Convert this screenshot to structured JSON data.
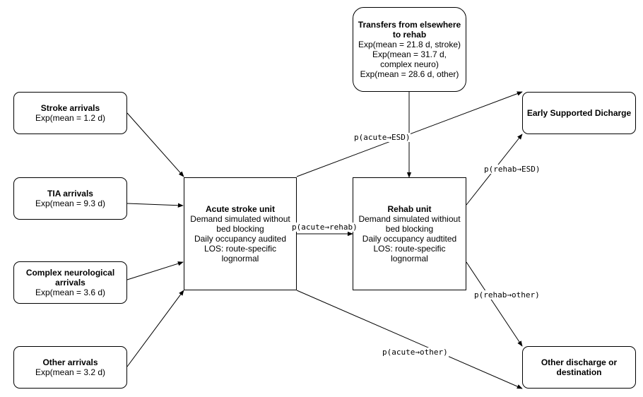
{
  "nodes": {
    "stroke": {
      "title": "Stroke arrivals",
      "lines": [
        "Exp(mean = 1.2 d)"
      ]
    },
    "tia": {
      "title": "TIA arrivals",
      "lines": [
        "Exp(mean = 9.3 d)"
      ]
    },
    "complex": {
      "title": "Complex neurological arrivals",
      "lines": [
        "Exp(mean = 3.6 d)"
      ]
    },
    "other": {
      "title": "Other arrivals",
      "lines": [
        "Exp(mean = 3.2 d)"
      ]
    },
    "acute": {
      "title": "Acute stroke unit",
      "lines": [
        "Demand simulated without bed blocking",
        "Daily occupancy audited",
        "LOS: route-specific lognormal"
      ]
    },
    "rehab": {
      "title": "Rehab unit",
      "lines": [
        "Demand simulated withiout bed blocking",
        "Daily occupancy audtited",
        "LOS: route-specific lognormal"
      ]
    },
    "transfers": {
      "title": "Transfers from elsewhere to rehab",
      "lines": [
        "Exp(mean = 21.8 d, stroke)",
        "Exp(mean = 31.7 d, complex neuro)",
        "Exp(mean = 28.6 d, other)"
      ]
    },
    "esd": {
      "title": "Early Supported Dicharge",
      "lines": []
    },
    "otherdis": {
      "title": "Other discharge or destination",
      "lines": []
    }
  },
  "edges": {
    "acute_esd": "p(acute→ESD)",
    "acute_rehab": "p(acute→rehab)",
    "acute_other": "p(acute→other)",
    "rehab_esd": "p(rehab→ESD)",
    "rehab_other": "p(rehab→other)"
  }
}
